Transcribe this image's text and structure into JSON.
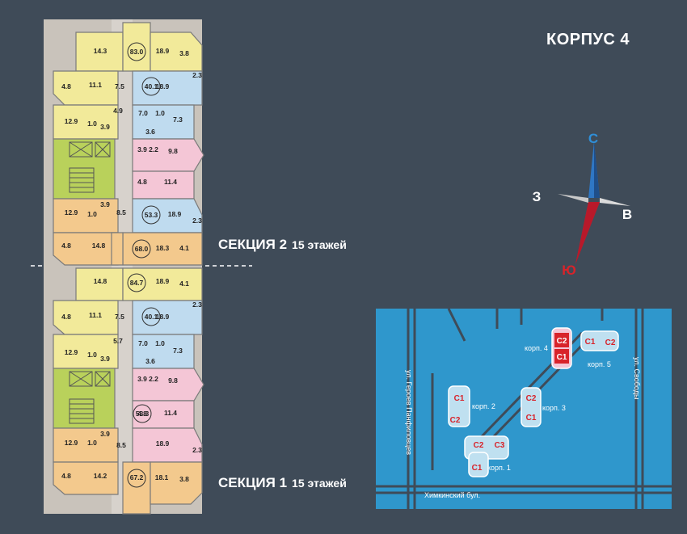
{
  "title": "КОРПУС 4",
  "sections": [
    {
      "label": "СЕКЦИЯ 2",
      "floors": "15 этажей"
    },
    {
      "label": "СЕКЦИЯ 1",
      "floors": "15 этажей"
    }
  ],
  "compass": {
    "n": "С",
    "s": "Ю",
    "w": "З",
    "e": "В"
  },
  "colors": {
    "background": "#3f4b58",
    "one_room": "#f2ea9a",
    "two_room": "#f3c98d",
    "three_room": "#bfdbef",
    "studio": "#f4c6d6",
    "core": "#b9d15b",
    "map_water": "#2f97cc"
  },
  "section2_rooms": [
    "14.3",
    "83.0",
    "18.9",
    "3.8",
    "4.8",
    "11.1",
    "7.5",
    "40.1",
    "18.9",
    "2.3",
    "4.9",
    "12.9",
    "1.0",
    "3.9",
    "7.0",
    "1.0",
    "7.3",
    "3.6",
    "3.9",
    "2.2",
    "9.8",
    "4.8",
    "11.4",
    "12.9",
    "1.0",
    "3.9",
    "8.5",
    "53.3",
    "18.9",
    "2.3",
    "4.8",
    "14.8",
    "68.0",
    "18.3",
    "4.1"
  ],
  "section1_rooms": [
    "14.8",
    "84.7",
    "18.9",
    "4.1",
    "4.8",
    "11.1",
    "7.5",
    "40.1",
    "18.9",
    "2.3",
    "12.9",
    "1.0",
    "3.9",
    "5.7",
    "7.0",
    "1.0",
    "7.3",
    "3.6",
    "3.9",
    "2.2",
    "9.8",
    "4.8",
    "53.3",
    "11.4",
    "12.9",
    "1.0",
    "3.9",
    "8.5",
    "18.9",
    "2.3",
    "4.8",
    "14.2",
    "67.2",
    "18.1",
    "3.8"
  ],
  "map": {
    "streets": [
      "ул. Героев Панфиловцев",
      "ул. Свободы",
      "Химкинский бул."
    ],
    "buildings": [
      "корп. 1",
      "корп. 2",
      "корп. 3",
      "корп. 4",
      "корп. 5"
    ],
    "sections": [
      "С1",
      "С2",
      "С3"
    ]
  }
}
